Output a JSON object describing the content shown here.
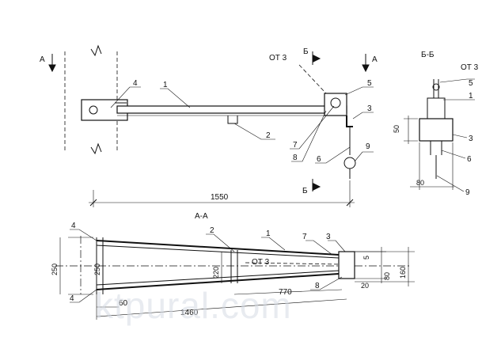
{
  "sections": {
    "view_a_mark": "А",
    "view_a_mark_right": "А",
    "section_bb_mark_top": "Б",
    "section_bb_mark_bottom": "Б",
    "section_bb_title": "Б-Б",
    "section_aa_title": "А-А"
  },
  "callouts": {
    "ot3_top": "ОТ 3",
    "ot3_side": "ОТ 3",
    "ot3_plan": "ОТ 3"
  },
  "part_numbers": {
    "elev_1": "1",
    "elev_2": "2",
    "elev_3": "3",
    "elev_4": "4",
    "elev_5": "5",
    "elev_6": "6",
    "elev_7": "7",
    "elev_8": "8",
    "elev_9": "9",
    "side_1": "1",
    "side_3": "3",
    "side_5": "5",
    "side_6": "6",
    "side_9": "9",
    "plan_1": "1",
    "plan_2": "2",
    "plan_3": "3",
    "plan_4_top": "4",
    "plan_4_bottom": "4",
    "plan_7": "7",
    "plan_8": "8"
  },
  "dimensions": {
    "elev_length": "1550",
    "side_height": "50",
    "side_width": "80",
    "plan_total": "1460",
    "plan_770": "770",
    "plan_220": "220",
    "plan_250_outer": "250",
    "plan_250_inner": "250",
    "plan_60": "60",
    "plan_160": "160",
    "plan_80": "80",
    "plan_20": "20",
    "plan_5": "5"
  },
  "watermark": "ktpural.com"
}
